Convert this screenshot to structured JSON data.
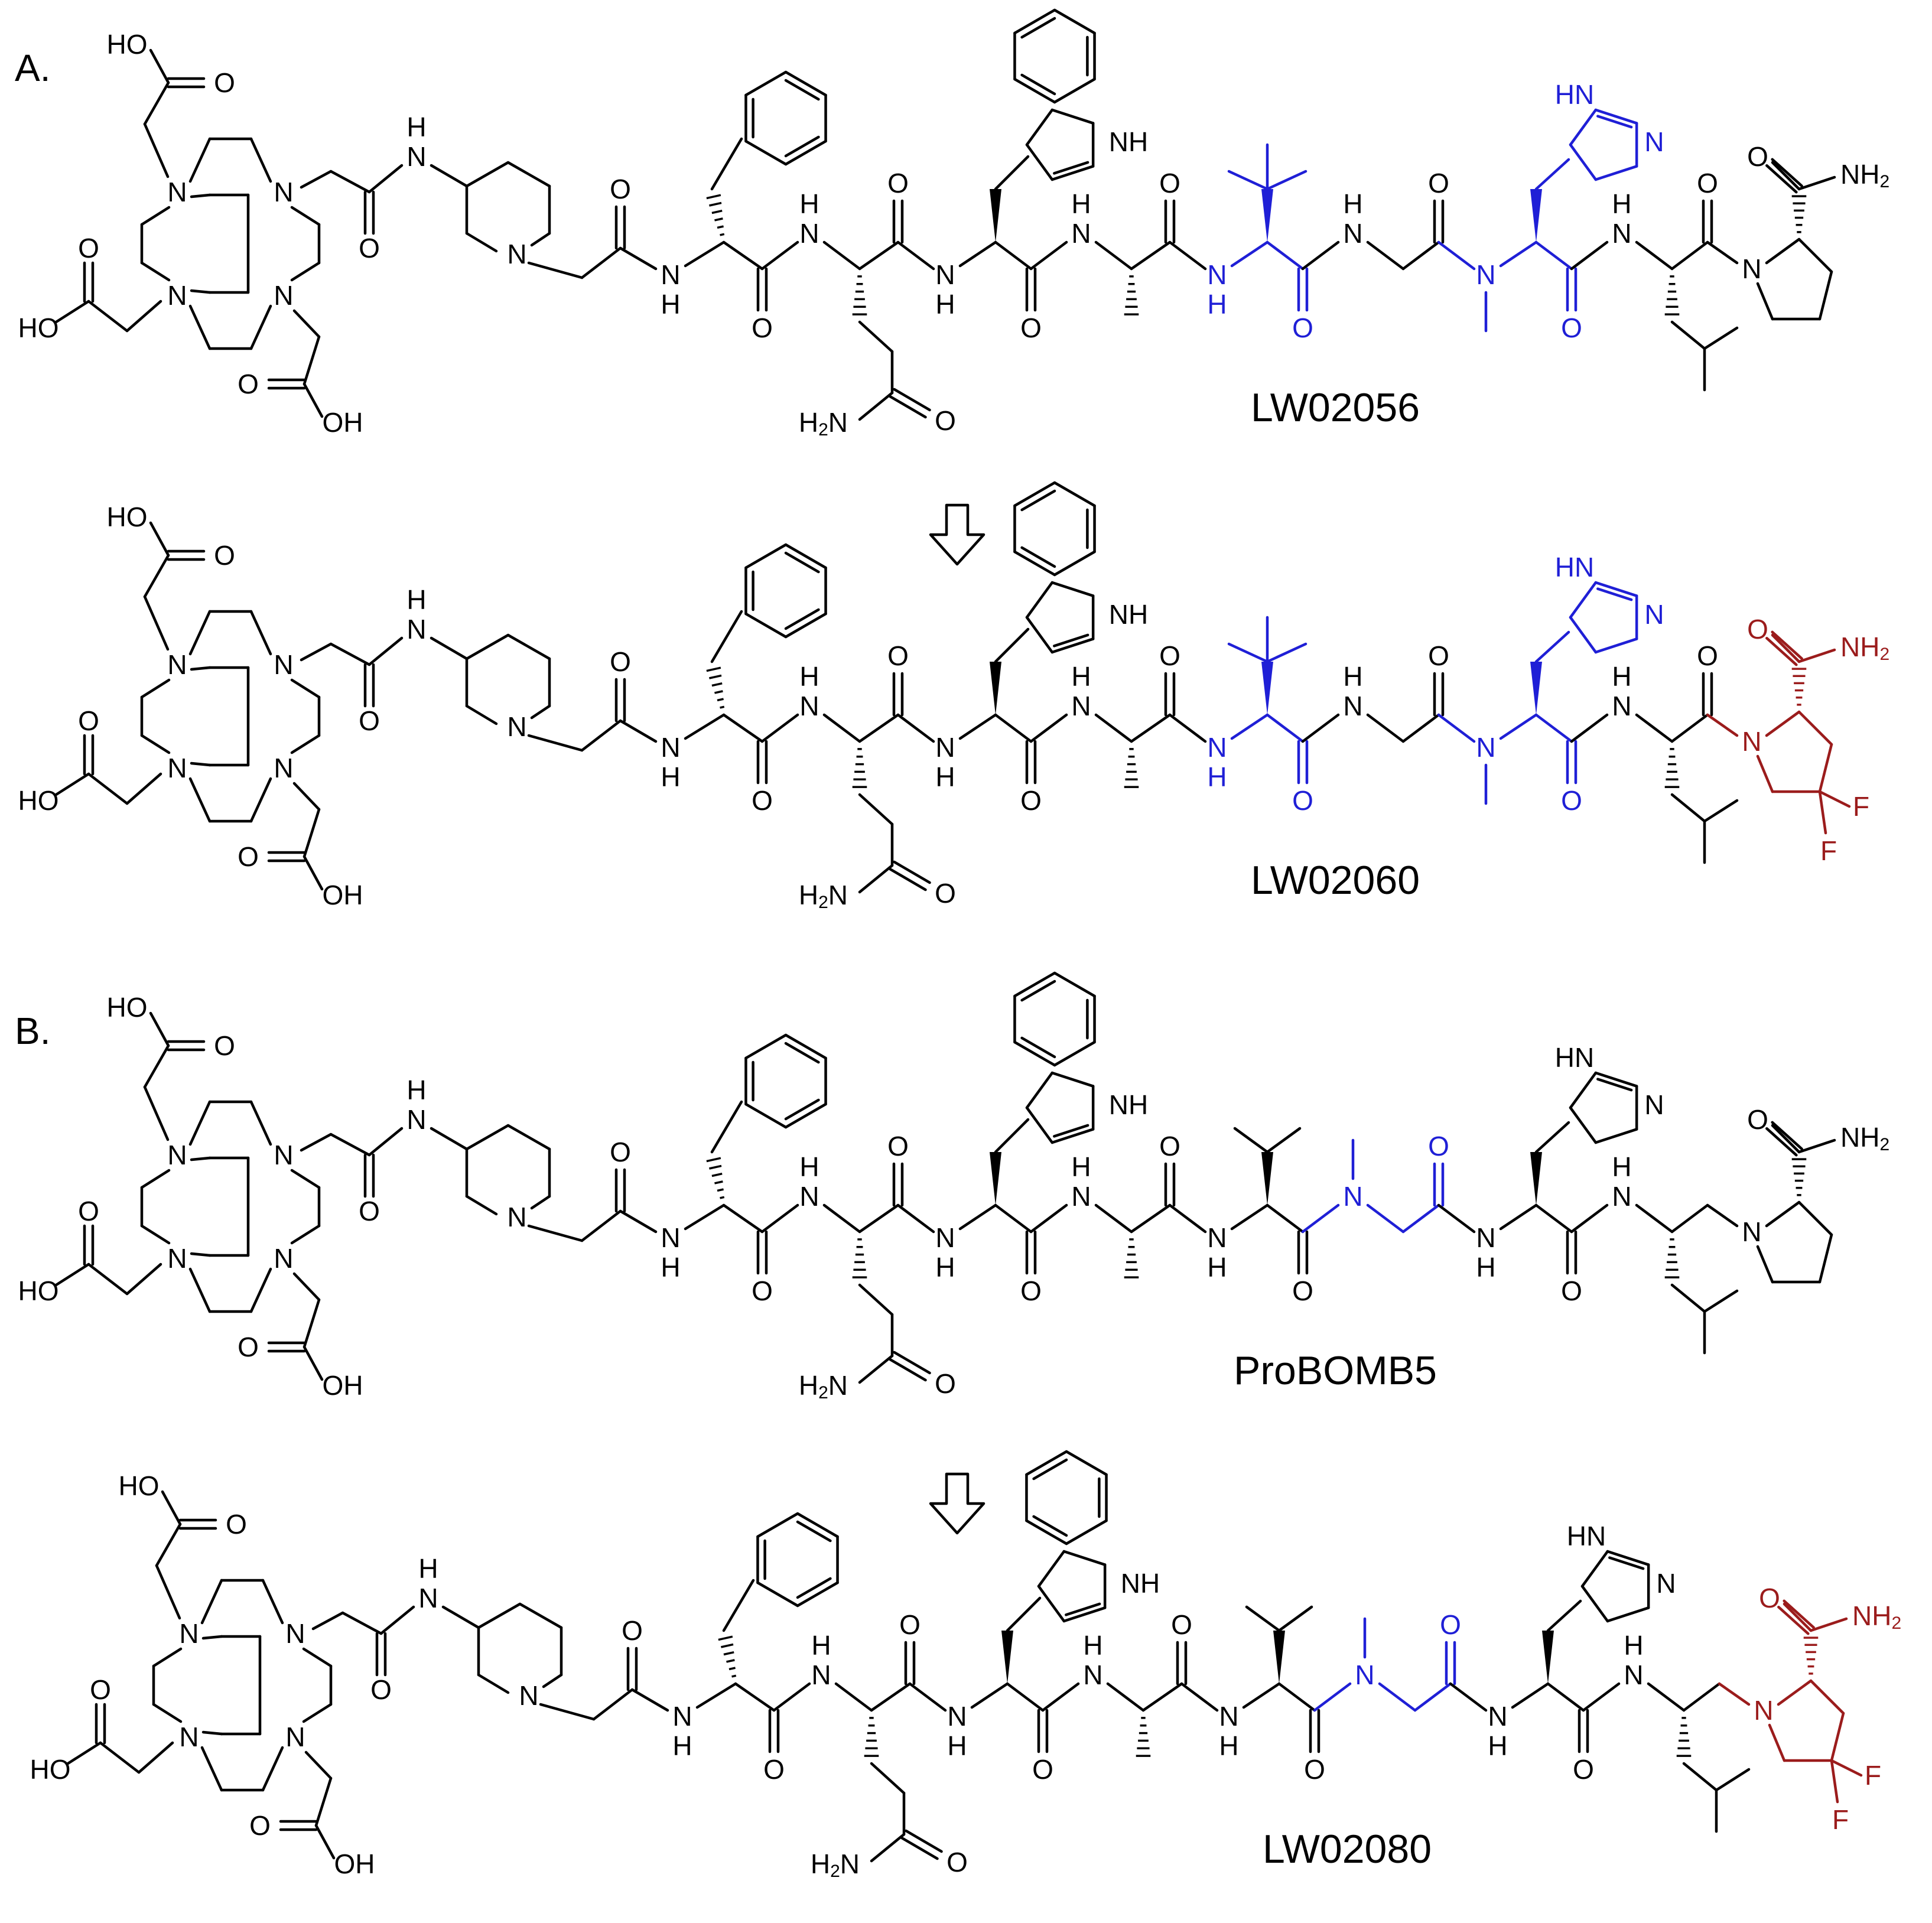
{
  "panels": [
    {
      "label": "A.",
      "compounds": [
        {
          "name": "LW02056",
          "difluoro": false,
          "blue_motif": "tle-gly-nmehis"
        },
        {
          "name": "LW02060",
          "difluoro": true,
          "blue_motif": "tle-gly-nmehis"
        }
      ]
    },
    {
      "label": "B.",
      "compounds": [
        {
          "name": "ProBOMB5",
          "difluoro": false,
          "blue_motif": "sargly"
        },
        {
          "name": "LW02080",
          "difluoro": true,
          "blue_motif": "sargly"
        }
      ]
    }
  ],
  "atoms": {
    "oh": "OH",
    "ho": "HO",
    "o": "O",
    "n": "N",
    "h": "H",
    "nh": "NH",
    "hn": "HN",
    "f": "F",
    "nh2_main": "NH",
    "nh2_sub": "2",
    "h2n_main": "H",
    "h2n_sub": "2",
    "h2n_tail": "N"
  },
  "colors": {
    "default": "#000000",
    "modified_residue": "#1f1fd6",
    "difluoro_proline": "#9b1c1c"
  },
  "icons": {
    "transform_arrow": "down-arrow-outline"
  }
}
